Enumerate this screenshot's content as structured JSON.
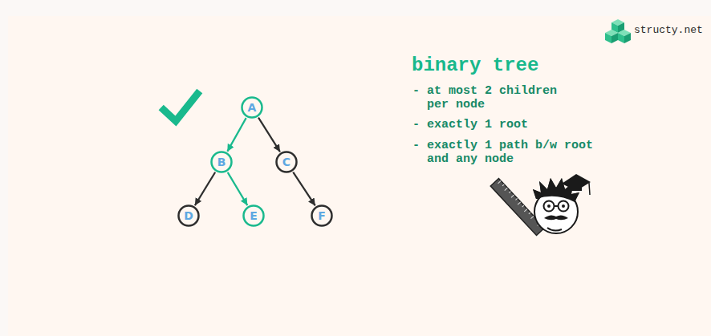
{
  "diagram": {
    "title": "binary tree",
    "nodes": [
      {
        "text": [
          "A"
        ]
      },
      {
        "text": [
          "B"
        ]
      },
      {
        "text": [
          "C"
        ]
      },
      {
        "text": [
          "D"
        ]
      },
      {
        "text": [
          "E"
        ]
      },
      {
        "text": [
          "F"
        ]
      }
    ],
    "edges": [
      {
        "from": 0,
        "to": 1,
        "arrow": "to"
      },
      {
        "from": 0,
        "to": 2,
        "arrow": "to"
      },
      {
        "from": 1,
        "to": 3,
        "arrow": "to"
      },
      {
        "from": 1,
        "to": 4,
        "arrow": "to"
      },
      {
        "from": 2,
        "to": 5,
        "arrow": "to"
      }
    ],
    "labels": [
      "structy.net",
      "- at most 2 children per node",
      "- exactly 1 root",
      "- exactly 1 path b/w root and any node"
    ]
  }
}
